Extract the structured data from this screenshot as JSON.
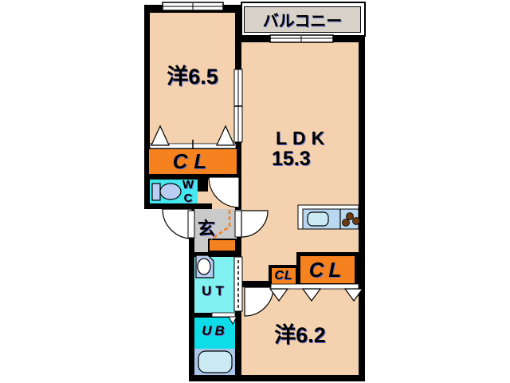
{
  "colors": {
    "wall": "#000000",
    "room_tan": "#F4D2AF",
    "closet_orange": "#F5821F",
    "wc_cyan": "#44E9F0",
    "ut_cyan": "#82F1F1",
    "ub_cyan": "#0EDCE6",
    "bath_blue": "#A9C6E9",
    "tub_fill": "#CBEAF4",
    "genkan_gray": "#CACACA",
    "balcony_gray": "#D8D2C8",
    "kitchen_blue": "#BAD7F2",
    "fixture_blue": "#BACDF2",
    "burner_brown": "#6B3A10",
    "dash_orange": "#F5821F",
    "label_shadow": "#6670C8"
  },
  "floorplan": {
    "balcony": {
      "label": "バルコニー"
    },
    "western_room_1": {
      "label": "洋6.5"
    },
    "ldk": {
      "label": "LDK",
      "area": "15.3"
    },
    "western_room_2": {
      "label": "洋6.2"
    },
    "closet_main": {
      "label": "CL"
    },
    "closet_small": {
      "label": "CL"
    },
    "closet_right": {
      "label": "CL"
    },
    "wc": {
      "line1": "W",
      "line2": "C"
    },
    "entrance": {
      "label": "玄"
    },
    "utility": {
      "label": "UT"
    },
    "unit_bath": {
      "label": "UB"
    }
  }
}
